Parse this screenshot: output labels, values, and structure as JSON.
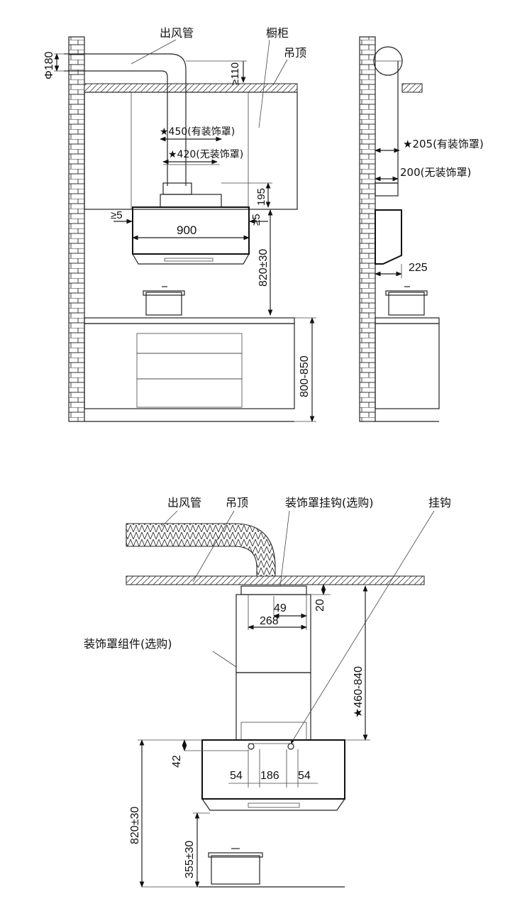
{
  "top_left": {
    "labels": {
      "duct": "出风管",
      "cabinet": "橱柜",
      "ceiling": "吊顶"
    },
    "dims": {
      "phi180": "Φ180",
      "ge110": "≥110",
      "w450": "★450(有装饰罩)",
      "w420": "★420(无装饰罩)",
      "h195": "195",
      "ge5_left": "≥5",
      "ge5_right": "≥5",
      "w900": "900",
      "h820": "820±30",
      "h800_850": "800-850"
    }
  },
  "top_right": {
    "dims": {
      "d205": "★205(有装饰罩)",
      "d200": "200(无装饰罩)",
      "d225": "225"
    }
  },
  "bottom": {
    "labels": {
      "duct": "出风管",
      "ceiling": "吊顶",
      "cover_hook": "装饰罩挂钩(选购)",
      "hook": "挂钩",
      "cover_assembly": "装饰罩组件(选购)"
    },
    "dims": {
      "d49": "49",
      "d268": "268",
      "d20": "20",
      "h460_840": "★460-840",
      "d42": "42",
      "d54_left": "54",
      "d186": "186",
      "d54_right": "54",
      "h820": "820±30",
      "h355": "355±30"
    }
  }
}
